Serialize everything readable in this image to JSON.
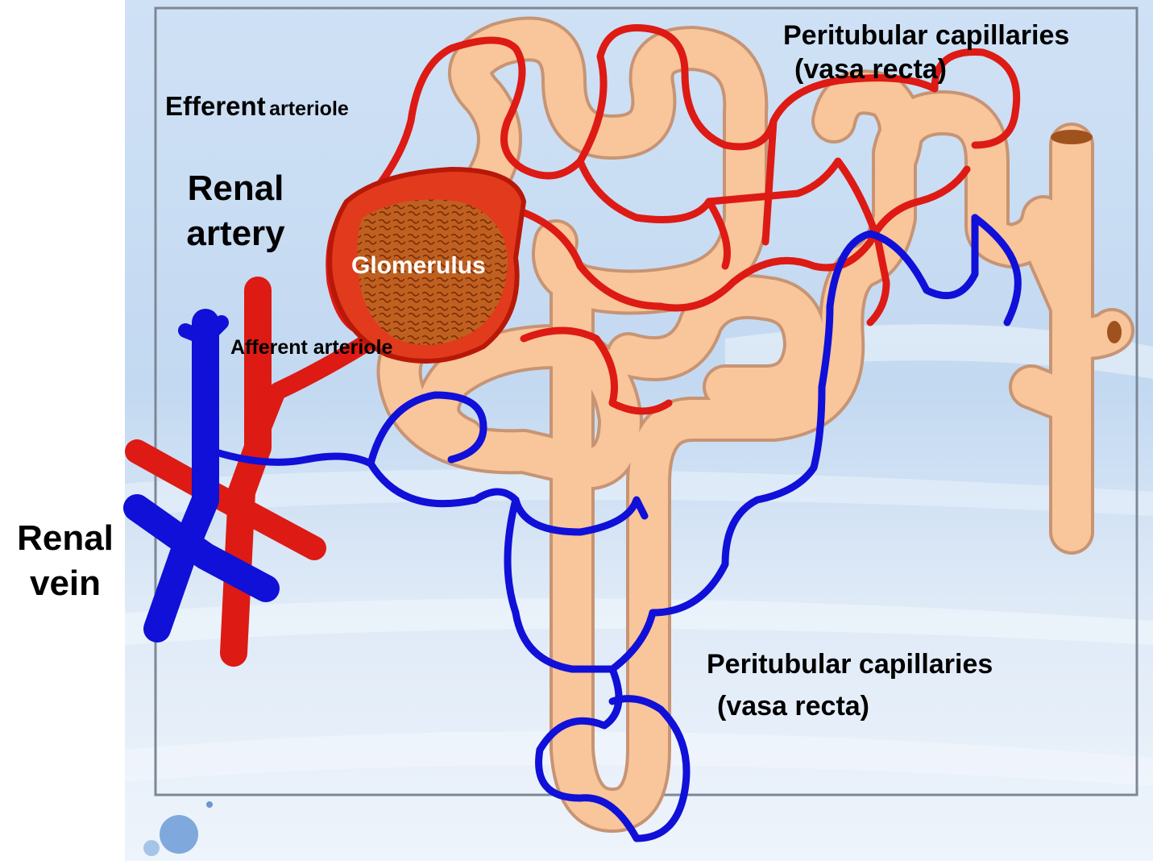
{
  "labels": {
    "peritubular_top_line1": "Peritubular capillaries",
    "peritubular_top_line2": "(vasa recta)",
    "efferent_word1": "Efferent",
    "efferent_word2": "arteriole",
    "renal_artery_line1": "Renal",
    "renal_artery_line2": "artery",
    "glomerulus": "Glomerulus",
    "afferent": "Afferent arteriole",
    "renal_vein_line1": "Renal",
    "renal_vein_line2": "vein",
    "peritubular_bottom_line1": "Peritubular capillaries",
    "peritubular_bottom_line2": "(vasa recta)"
  },
  "colors": {
    "artery_red": "#dd1a14",
    "vein_blue": "#1010d8",
    "tubule": "#f9c59a",
    "tubule_outline": "#c79474",
    "glomerulus_core": "#c2621c",
    "background_blue": "#c4daf2"
  }
}
